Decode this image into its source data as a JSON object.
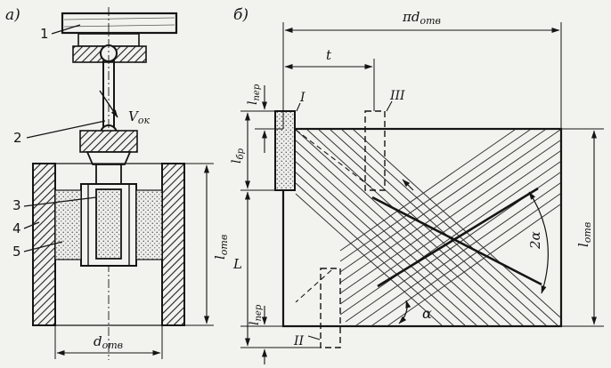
{
  "panel_a": {
    "tag": "a)",
    "parts": [
      "1",
      "2",
      "3",
      "4",
      "5"
    ],
    "velocity": "V",
    "velocity_sub": "ок",
    "height_base": "l",
    "height_sub": "отв",
    "diameter_base": "d",
    "diameter_sub": "отв"
  },
  "panel_b": {
    "tag": "б)",
    "width_prefix": "π",
    "width_base": "d",
    "width_sub": "отв",
    "pitch": "t",
    "over_top_base": "l",
    "over_top_sub": "пер",
    "bar_base": "l",
    "bar_sub": "бр",
    "stroke_len": "L",
    "over_bot_base": "l",
    "over_bot_sub": "пер",
    "height_base": "l",
    "height_sub": "отв",
    "pos1": "I",
    "pos2": "II",
    "pos3": "III",
    "cross_angle": "2α",
    "angle": "α"
  }
}
